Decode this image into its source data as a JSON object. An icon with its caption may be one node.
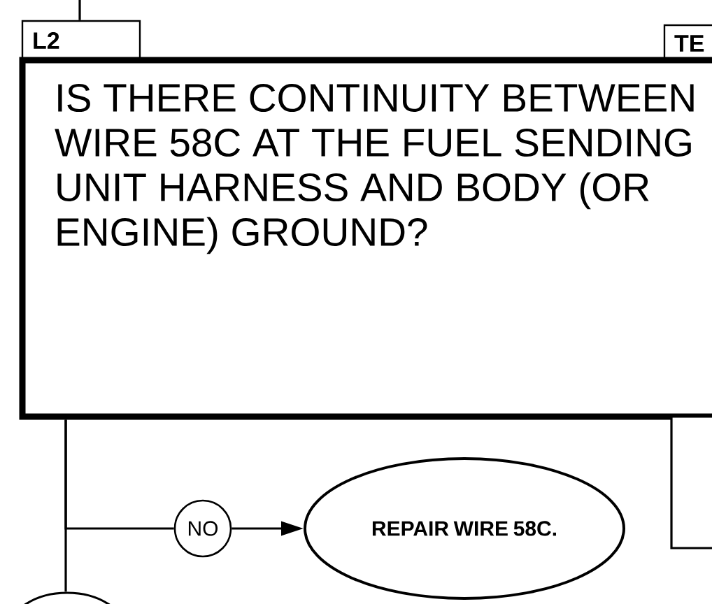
{
  "diagram": {
    "nodes": [
      {
        "text": [
          "L2"
        ]
      },
      {
        "text": [
          "TE"
        ]
      },
      {
        "text": [
          "IS THERE CONTINUITY BETWEEN WIRE 58C AT THE FUEL SENDING UNIT HARNESS AND BODY (OR ENGINE) GROUND?"
        ]
      },
      {
        "text": [
          "NO"
        ]
      },
      {
        "text": [
          "REPAIR WIRE 58C."
        ]
      },
      {
        "text": [],
        "shape": "ellipse"
      },
      {
        "text": [],
        "shape": "box"
      }
    ],
    "edges": [
      {
        "from": null,
        "to": 0,
        "arrow": "none"
      },
      {
        "from": 2,
        "to": 5,
        "arrow": "none"
      },
      {
        "from": 2,
        "to": 3,
        "arrow": "none"
      },
      {
        "from": 3,
        "to": 4,
        "arrow": "to"
      }
    ]
  }
}
